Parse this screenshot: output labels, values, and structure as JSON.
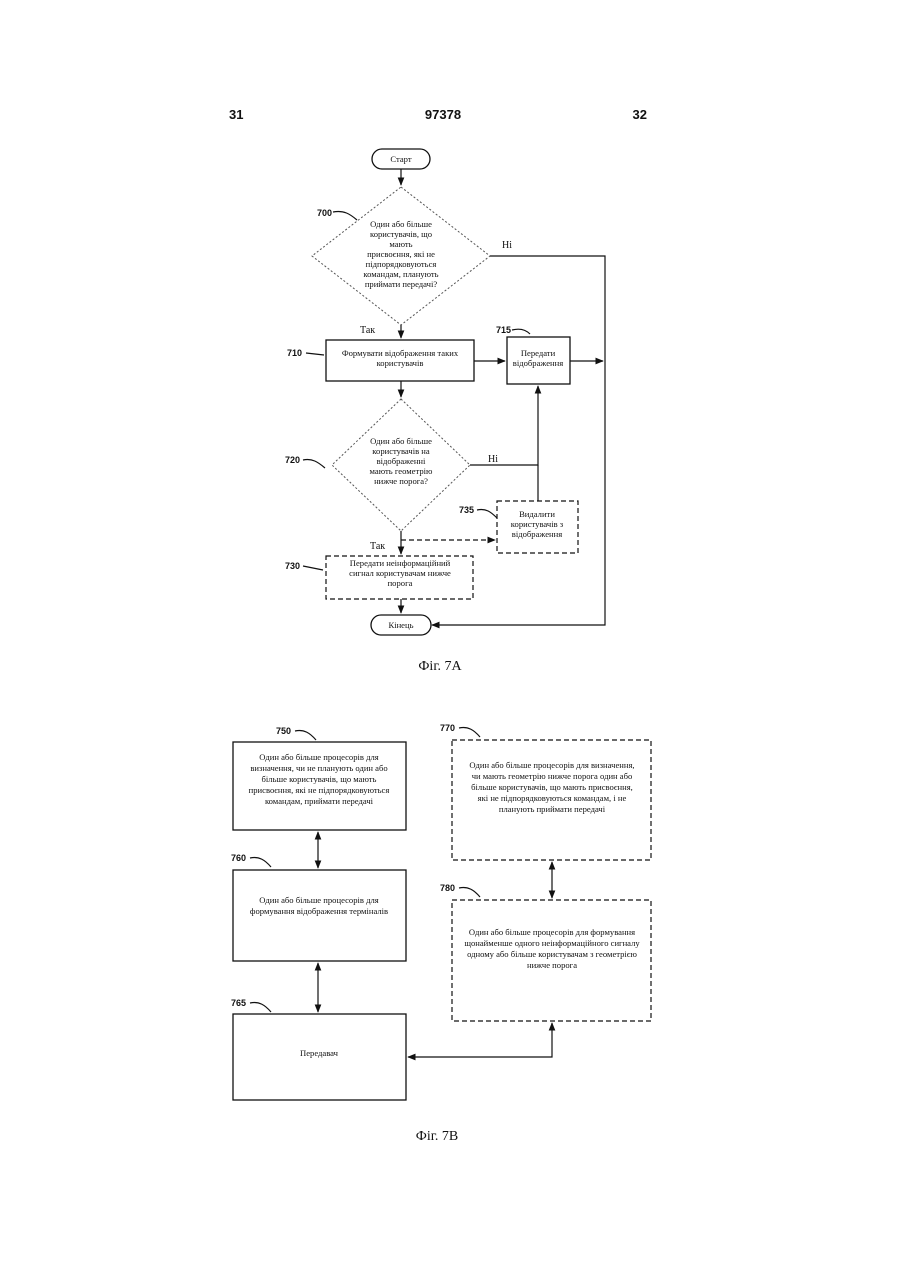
{
  "header": {
    "left_page": "31",
    "patent_number": "97378",
    "right_page": "32"
  },
  "fig7a": {
    "start": "Старт",
    "end": "Кінець",
    "yes1": "Так",
    "no1": "Ні",
    "yes2": "Так",
    "no2": "Ні",
    "ref_700": "700",
    "ref_710": "710",
    "ref_715": "715",
    "ref_720": "720",
    "ref_730": "730",
    "ref_735": "735",
    "decision_700": [
      "Один або більше",
      "користувачів, що",
      "мають",
      "присвоєння, які не",
      "підпорядковуються",
      "командам, планують",
      "приймати передачі?"
    ],
    "box_710": [
      "Формувати відображення таких",
      "користувачів"
    ],
    "box_715": [
      "Передати",
      "відображення"
    ],
    "decision_720": [
      "Один або більше",
      "користувачів на",
      "відображенні",
      "мають геометрію",
      "нижче порога?"
    ],
    "box_735": [
      "Видалити",
      "користувачів з",
      "відображення"
    ],
    "box_730": [
      "Передати неінформаційний",
      "сигнал користувачам нижче",
      "порога"
    ],
    "caption": "Фіг. 7А"
  },
  "fig7b": {
    "ref_750": "750",
    "ref_760": "760",
    "ref_765": "765",
    "ref_770": "770",
    "ref_780": "780",
    "box_750": [
      "Один або більше процесорів для",
      "визначення, чи не планують один або",
      "більше користувачів, що мають",
      "присвоєння, які не підпорядковуються",
      "командам, приймати передачі"
    ],
    "box_760": [
      "Один або більше процесорів для",
      "формування відображення терміналів"
    ],
    "box_765": [
      "Передавач"
    ],
    "box_770": [
      "Один або більше процесорів для визначення,",
      "чи мають геометрію нижче порога один або",
      "більше користувачів, що мають присвоєння,",
      "які не підпорядковуються командам, і не",
      "планують приймати передачі"
    ],
    "box_780": [
      "Один або більше процесорів для формування",
      "щонайменше одного неінформаційного сигналу",
      "одному або більше користувачам з геометрією",
      "нижче порога"
    ],
    "caption": "Фіг. 7В"
  }
}
